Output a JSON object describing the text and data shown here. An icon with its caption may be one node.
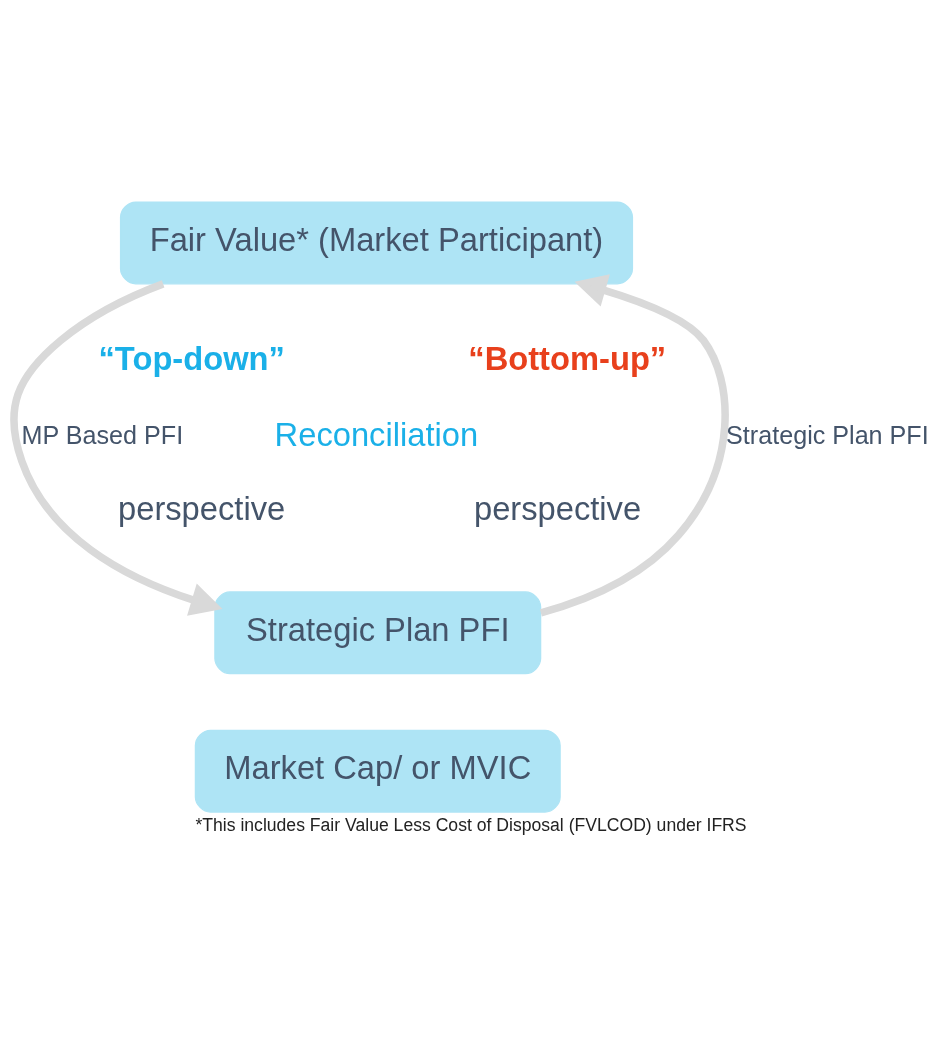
{
  "diagram": {
    "caption": "*This includes Fair Value Less Cost of Disposal (FVLCOD) under IFRS",
    "nodes": [
      {
        "text": [
          "Fair Value* (Market Participant)"
        ]
      },
      {
        "text": [
          "Strategic Plan PFI"
        ]
      },
      {
        "text": [
          "Market Cap/ or MVIC"
        ]
      }
    ],
    "edges": [
      {
        "from": 0,
        "to": 1,
        "arrow": "to",
        "label": "MP Based PFI"
      },
      {
        "from": 1,
        "to": 0,
        "arrow": "to",
        "label": "Strategic Plan PFI"
      }
    ],
    "labels": [
      "“Top-down”",
      "perspective",
      "Reconciliation",
      "“Bottom-up”",
      "perspective"
    ]
  }
}
